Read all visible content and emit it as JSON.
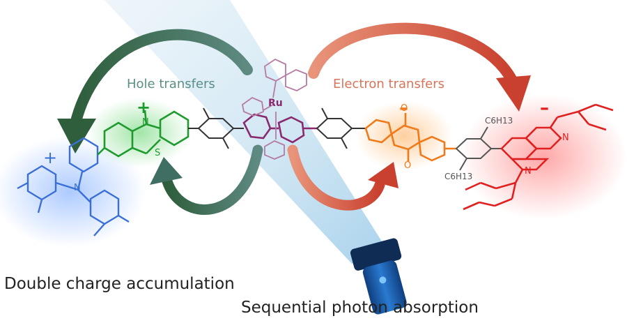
{
  "labels": {
    "hole_transfers": "Hole transfers",
    "electron_transfers": "Electron transfers",
    "double_charge": "Double charge accumulation",
    "sequential_photon": "Sequential photon absorption"
  },
  "charges": {
    "plus": "+",
    "minus": "–"
  },
  "atoms": {
    "ru": "Ru",
    "s": "S",
    "n": "N",
    "o": "O",
    "c6h13": "C6H13"
  },
  "colors": {
    "donor_blue": "#3a6fd8",
    "phenothiazine_green": "#1f9a2e",
    "ru_purple": "#8a2a6e",
    "anthraquinone_orange": "#f07a1a",
    "ndi_red": "#e02020",
    "hole_arrow_teal": "#3f6f63",
    "electron_arrow_coral": "#d9644a",
    "hole_label": "#5a8f86",
    "electron_label": "#d9745a",
    "linker_gray": "#333333",
    "flashlight_blue": "#1c64b8"
  }
}
